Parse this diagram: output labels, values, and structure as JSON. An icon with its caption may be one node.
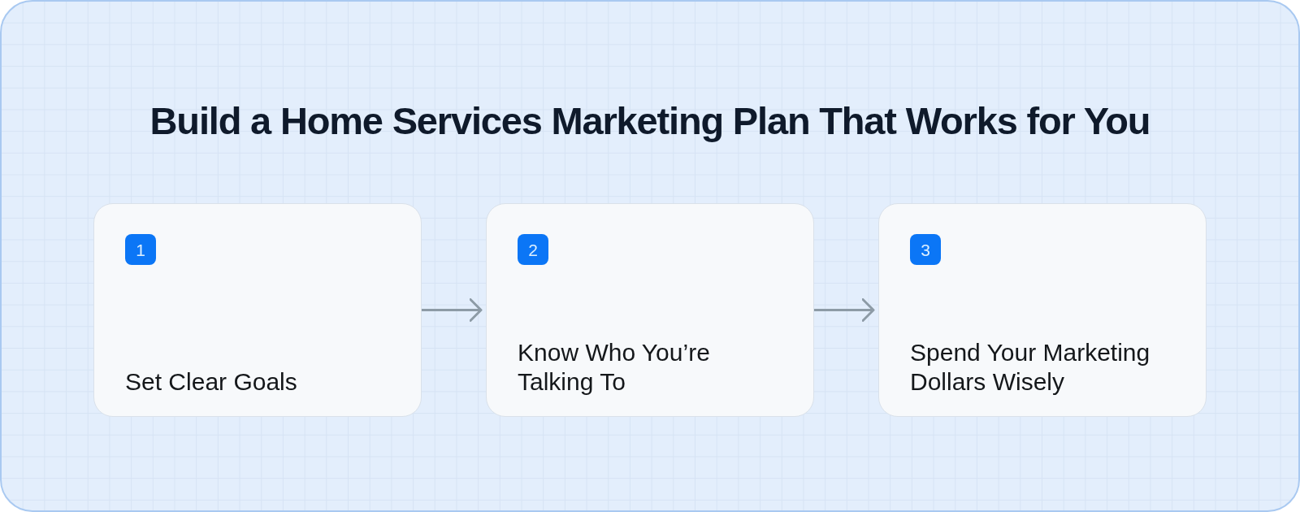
{
  "diagram": {
    "title": "Build a Home Services Marketing Plan That Works for You",
    "nodes": [
      {
        "text": [
          "Set Clear Goals"
        ]
      },
      {
        "text": [
          "1"
        ],
        "in": 0
      },
      {
        "text": [
          "Know Who You’re Talking To"
        ]
      },
      {
        "text": [
          "2"
        ],
        "in": 2
      },
      {
        "text": [
          "Spend Your Marketing Dollars Wisely"
        ]
      },
      {
        "text": [
          "3"
        ],
        "in": 4
      }
    ],
    "edges": [
      {
        "from": 0,
        "to": 2,
        "arrow": "to"
      },
      {
        "from": 2,
        "to": 4,
        "arrow": "to"
      }
    ]
  }
}
